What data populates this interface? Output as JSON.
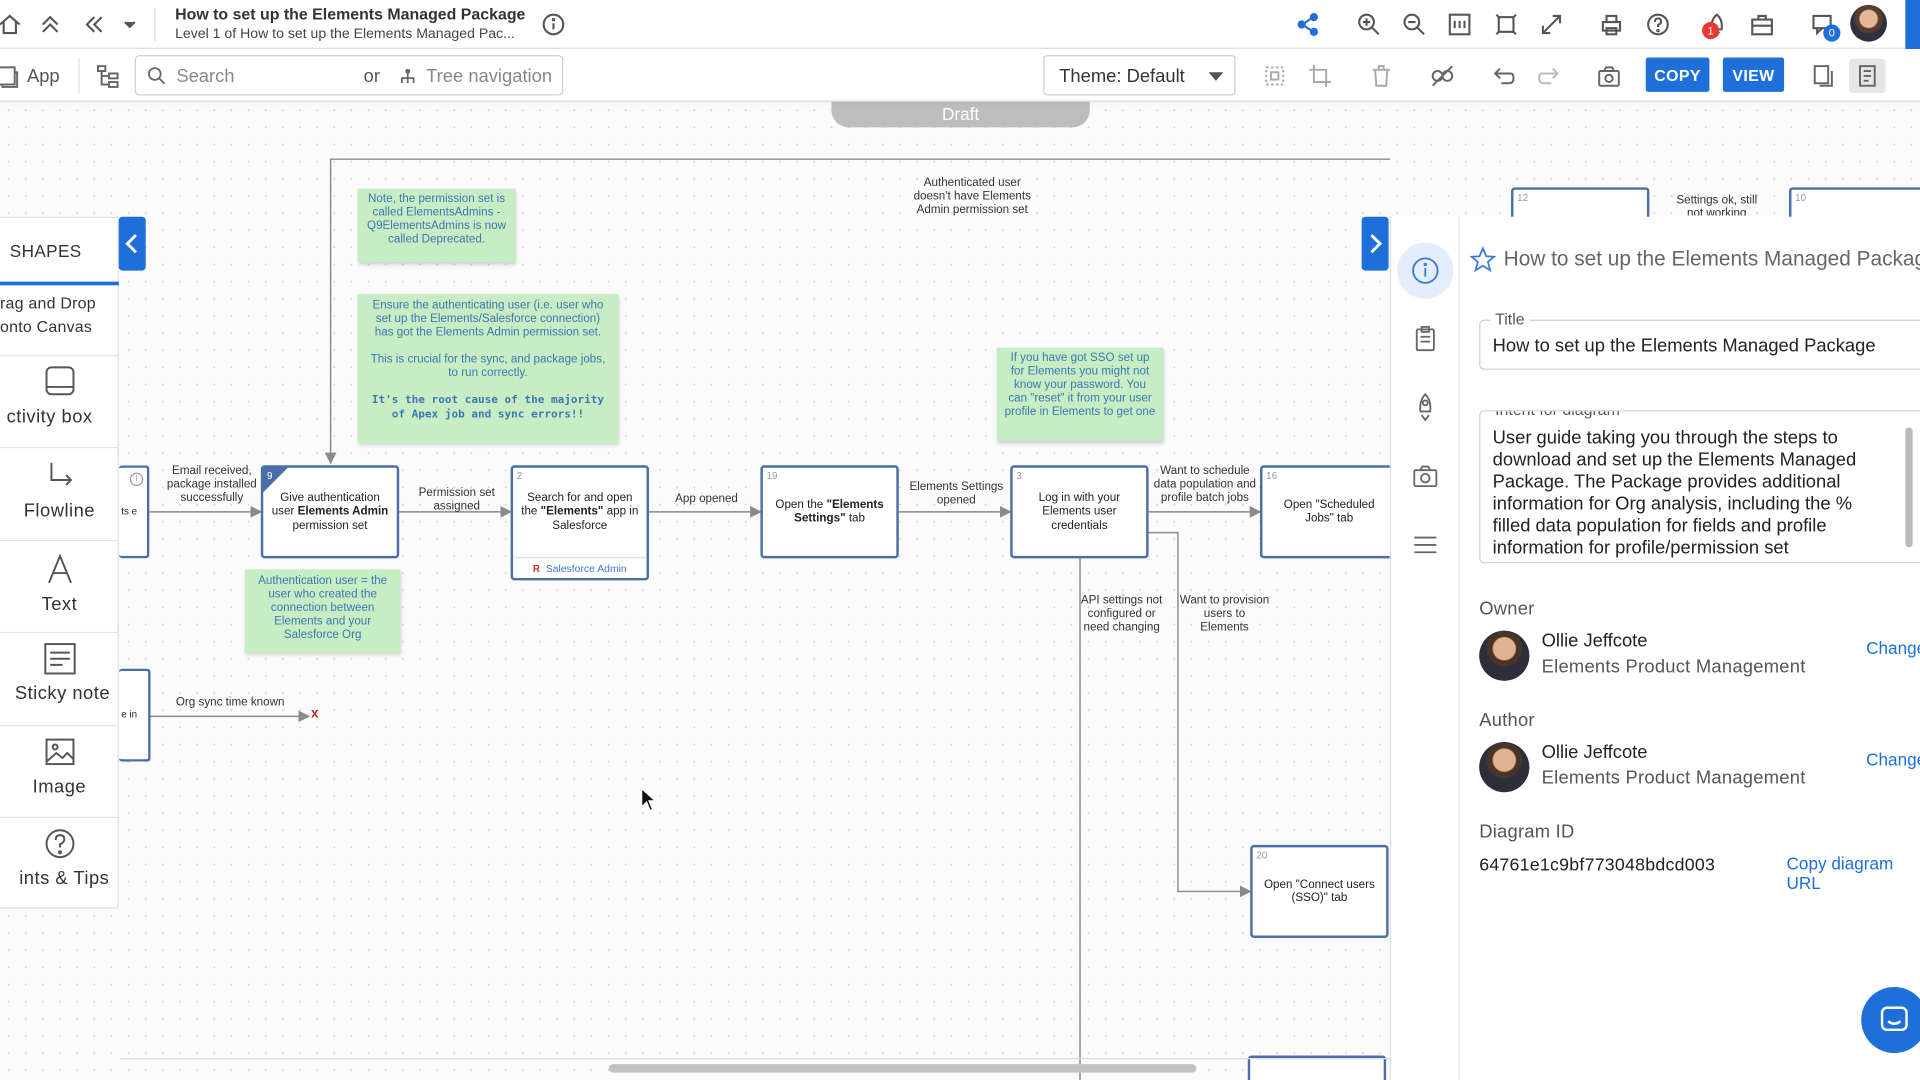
{
  "header": {
    "title": "How to set up the Elements Managed Package",
    "subtitle": "Level 1 of How to set up the Elements Managed Pac...",
    "notification_count": "1",
    "comments_count": "0"
  },
  "toolbar": {
    "app_label": "App",
    "search_placeholder": "Search",
    "or_label": "or",
    "tree_nav_label": "Tree navigation",
    "theme_label": "Theme: Default",
    "copy_label": "COPY",
    "view_label": "VIEW"
  },
  "canvas": {
    "draft_label": "Draft"
  },
  "shapes_panel": {
    "title": "SHAPES",
    "drag_hint": [
      "rag and Drop",
      "onto Canvas"
    ],
    "items": [
      {
        "label": "ctivity box",
        "icon": "activity-box-icon"
      },
      {
        "label": "Flowline",
        "icon": "flowline-icon"
      },
      {
        "label": "Text",
        "icon": "text-icon"
      },
      {
        "label": "Sticky note",
        "icon": "sticky-note-icon"
      },
      {
        "label": "Image",
        "icon": "image-icon"
      },
      {
        "label": "ints & Tips",
        "icon": "hints-tips-icon"
      }
    ]
  },
  "diagram": {
    "boxes": [
      {
        "num": "9",
        "text_pre": "Give authentication user ",
        "text_bold": "Elements Admin",
        "text_post": " permission set"
      },
      {
        "num": "2",
        "text_pre": "Search for and open the ",
        "text_bold": "\"Elements\"",
        "text_post": " app in Salesforce",
        "footer": "Salesforce Admin"
      },
      {
        "num": "19",
        "text_pre": "Open the ",
        "text_bold": "\"Elements Settings\"",
        "text_post": " tab"
      },
      {
        "num": "3",
        "text_pre": "Log in with your Elements user credentials",
        "text_bold": "",
        "text_post": ""
      },
      {
        "num": "16",
        "text_pre": "Open \"Scheduled Jobs\" tab",
        "text_bold": "",
        "text_post": ""
      },
      {
        "num": "20",
        "text_pre": "Open \"Connect users (SSO)\" tab",
        "text_bold": "",
        "text_post": ""
      },
      {
        "num": "12",
        "text_pre": "",
        "text_bold": "",
        "text_post": ""
      },
      {
        "num": "10",
        "text_pre": "",
        "text_bold": "",
        "text_post": ""
      },
      {
        "num": "",
        "text_pre": "ts e",
        "text_bold": "",
        "text_post": ""
      },
      {
        "num": "",
        "text_pre": "e in",
        "text_bold": "",
        "text_post": ""
      }
    ],
    "stickies": [
      "Note, the permission set is called ElementsAdmins - Q9ElementsAdmins is now called Deprecated.",
      "Ensure the authenticating user (i.e. user who set up the Elements/Salesforce connection) has got the Elements Admin permission set.",
      "This is crucial for the sync, and package jobs, to run correctly.",
      "It's the root cause of the majority of Apex job and sync errors!!",
      "If you have got SSO set up for Elements you might not know your password. You can \"reset\" it from your user profile in Elements to get one",
      "Authentication user = the user who created the connection between Elements and your Salesforce Org"
    ],
    "edge_labels": [
      "Authenticated user doesn't have Elements Admin permission set",
      "Email received, package installed successfully",
      "Permission set assigned",
      "App opened",
      "Elements Settings opened",
      "Want to schedule data population and profile batch jobs",
      "API settings not configured or need changing",
      "Want to provision users to Elements",
      "Org sync time known",
      "Settings ok, still not working"
    ],
    "x_mark": "x"
  },
  "info_panel": {
    "heading": "How to set up the Elements Managed Packag",
    "title_legend": "Title",
    "title_value": "How to set up the Elements Managed Package",
    "intent_legend": "Intent for diagram",
    "intent_value": "User guide taking you through the steps to download and set up the Elements Managed Package. The Package provides additional information for Org analysis, including the % filled data population for fields and profile information for profile/permission set comparison reporting.",
    "owner_label": "Owner",
    "owner_name": "Ollie Jeffcote",
    "owner_role": "Elements Product Management",
    "author_label": "Author",
    "author_name": "Ollie Jeffcote",
    "author_role": "Elements Product Management",
    "change_label": "Change",
    "diagram_id_label": "Diagram ID",
    "diagram_id": "64761e1c9bf773048bdcd003",
    "copy_url_label": "Copy diagram URL"
  },
  "colors": {
    "accent": "#1e6fd9",
    "box_border": "#4b6ea8",
    "sticky_bg": "#c8ecc4",
    "sticky_text": "#3a7ab0",
    "notification_red": "#e53935"
  }
}
